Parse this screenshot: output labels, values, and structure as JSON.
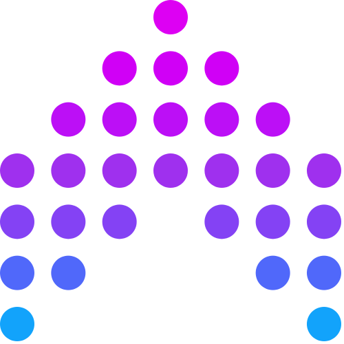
{
  "logo": {
    "icon": "dotted-arch-logo",
    "mark": "dot-matrix arch",
    "grid": {
      "columns": 7,
      "rows": 7
    },
    "rows": [
      {
        "level": 0,
        "columns": [
          3
        ]
      },
      {
        "level": 1,
        "columns": [
          2,
          3,
          4
        ]
      },
      {
        "level": 2,
        "columns": [
          1,
          2,
          3,
          4,
          5
        ]
      },
      {
        "level": 3,
        "columns": [
          0,
          1,
          2,
          3,
          4,
          5,
          6
        ]
      },
      {
        "level": 4,
        "columns": [
          0,
          1,
          2,
          4,
          5,
          6
        ]
      },
      {
        "level": 5,
        "columns": [
          0,
          1,
          5,
          6
        ]
      },
      {
        "level": 6,
        "columns": [
          0,
          6
        ]
      }
    ],
    "row_colors": [
      "#dd00f3",
      "#d000f6",
      "#bc0ff6",
      "#9f30ee",
      "#8442f4",
      "#5068fa",
      "#12a3fb"
    ]
  }
}
